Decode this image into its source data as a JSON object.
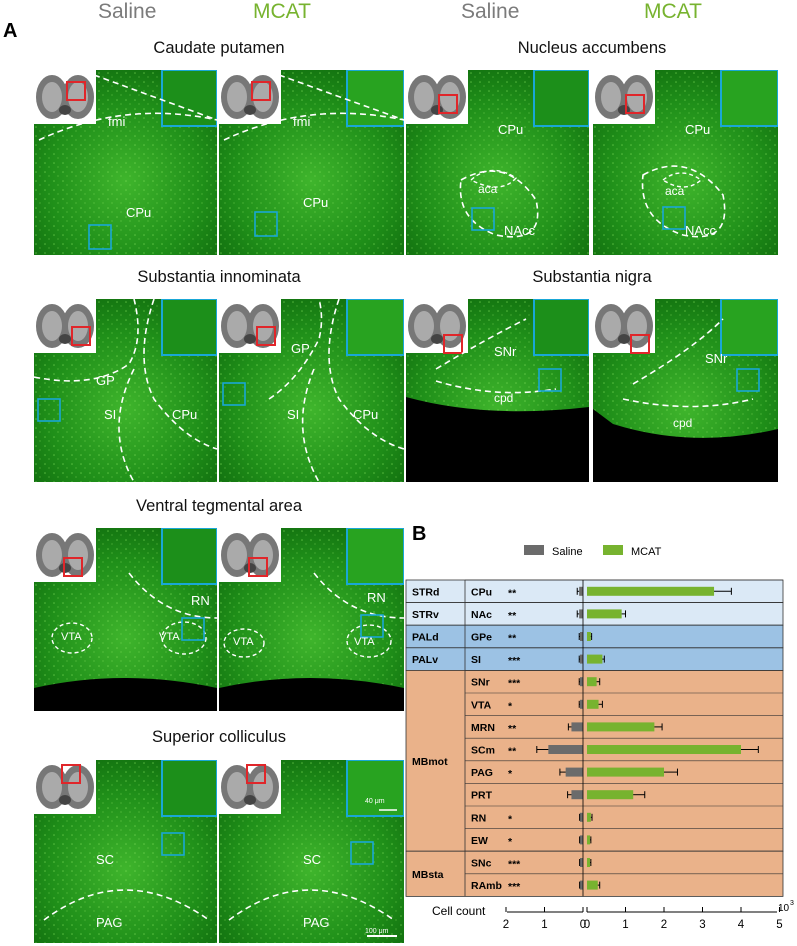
{
  "header": {
    "saline_label": "Saline",
    "mcat_label": "MCAT"
  },
  "panel_a_letter": "A",
  "panel_b_letter": "B",
  "regions": [
    {
      "title": "Caudate putamen",
      "labels": [
        "fmi",
        "CPu"
      ]
    },
    {
      "title": "Nucleus accumbens",
      "labels": [
        "CPu",
        "aca",
        "NAcc"
      ]
    },
    {
      "title": "Substantia innominata",
      "labels": [
        "GP",
        "SI",
        "CPu"
      ]
    },
    {
      "title": "Substantia nigra",
      "labels": [
        "SNr",
        "cpd"
      ]
    },
    {
      "title": "Ventral tegmental area",
      "labels": [
        "RN",
        "VTA"
      ]
    },
    {
      "title": "Superior colliculus",
      "labels": [
        "SC",
        "PAG"
      ]
    }
  ],
  "scalebars": {
    "inset": "40 μm",
    "main": "100 μm"
  },
  "colors": {
    "saline": "#6b6b6b",
    "mcat": "#77b32f",
    "light_blue": "#dbe9f6",
    "mid_blue": "#9cc2e4",
    "orange": "#eab28a",
    "inset_box": "#19a7d6",
    "locator_box": "#e0262a"
  },
  "chart_data": {
    "type": "bar",
    "title": "",
    "legend": [
      "Saline",
      "MCAT"
    ],
    "legend_placement": "top",
    "xlabel": "Cell count",
    "exponent_label": "10",
    "exponent_sup": "3",
    "x_ticks": [
      "2",
      "1",
      "0",
      "0",
      "1",
      "2",
      "3",
      "4",
      "5"
    ],
    "groups": [
      {
        "name": "STRd",
        "rows": 1
      },
      {
        "name": "STRv",
        "rows": 1
      },
      {
        "name": "PALd",
        "rows": 1
      },
      {
        "name": "PALv",
        "rows": 1
      },
      {
        "name": "MBmot",
        "rows": 8
      },
      {
        "name": "MBsta",
        "rows": 2
      }
    ],
    "categories": [
      "CPu",
      "NAc",
      "GPe",
      "SI",
      "SNr",
      "VTA",
      "MRN",
      "SCm",
      "PAG",
      "PRT",
      "RN",
      "EW",
      "SNc",
      "RAmb"
    ],
    "significance": [
      "**",
      "**",
      "**",
      "***",
      "***",
      "*",
      "**",
      "**",
      "*",
      "",
      "*",
      "*",
      "***",
      "***"
    ],
    "series": [
      {
        "name": "Saline",
        "values": [
          0.1,
          0.1,
          0.05,
          0.05,
          0.05,
          0.05,
          0.3,
          0.9,
          0.45,
          0.3,
          0.03,
          0.03,
          0.03,
          0.03
        ],
        "errors": [
          0.05,
          0.05,
          0.02,
          0.02,
          0.02,
          0.02,
          0.08,
          0.3,
          0.15,
          0.1,
          0.01,
          0.01,
          0.01,
          0.01
        ]
      },
      {
        "name": "MCAT",
        "values": [
          3.3,
          0.9,
          0.1,
          0.4,
          0.25,
          0.3,
          1.75,
          4.0,
          2.0,
          1.2,
          0.1,
          0.08,
          0.08,
          0.28
        ],
        "errors": [
          0.45,
          0.1,
          0.02,
          0.05,
          0.08,
          0.1,
          0.2,
          0.45,
          0.35,
          0.3,
          0.03,
          0.02,
          0.02,
          0.05
        ]
      }
    ]
  }
}
